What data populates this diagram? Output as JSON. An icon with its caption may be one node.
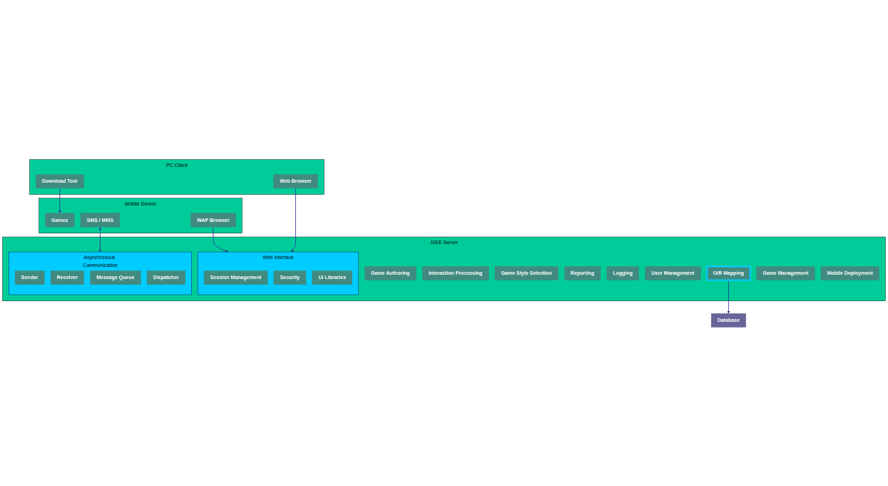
{
  "diagram": {
    "nodes": [
      {
        "text": [
          "PC Client"
        ]
      },
      {
        "text": [
          "Download Tool"
        ],
        "in": 0
      },
      {
        "text": [
          "Web Browser"
        ],
        "in": 0
      },
      {
        "text": [
          "Mobile Device"
        ]
      },
      {
        "text": [
          "Games"
        ],
        "in": 3
      },
      {
        "text": [
          "WAP Browser"
        ],
        "in": 3
      },
      {
        "text": [
          "SMS / MMS"
        ],
        "in": 3
      },
      {
        "text": [
          "J2EE Server"
        ]
      },
      {
        "text": [
          "Game Authoring"
        ],
        "in": 7
      },
      {
        "text": [
          "Interaction Processing"
        ],
        "in": 7
      },
      {
        "text": [
          "Web Interface"
        ],
        "in": 7
      },
      {
        "text": [
          "Session Management"
        ],
        "in": 10
      },
      {
        "text": [
          "Security"
        ],
        "in": 10
      },
      {
        "text": [
          "UI Libraries"
        ],
        "in": 10
      },
      {
        "text": [
          "Asynchronous Communication"
        ],
        "in": 7
      },
      {
        "text": [
          "Sender"
        ],
        "in": 14
      },
      {
        "text": [
          "Receiver"
        ],
        "in": 14
      },
      {
        "text": [
          "Message Queue"
        ],
        "in": 14
      },
      {
        "text": [
          "Dispatcher"
        ],
        "in": 14
      },
      {
        "text": [
          "Game Style Selection"
        ],
        "in": 7
      },
      {
        "text": [
          "Reporting"
        ],
        "in": 7
      },
      {
        "text": [
          "Logging"
        ],
        "in": 7
      },
      {
        "text": [
          "User Management"
        ],
        "in": 7
      },
      {
        "text": [
          "O/R Mapping"
        ],
        "in": 7
      },
      {
        "text": [
          "Game Management"
        ],
        "in": 7
      },
      {
        "text": [
          "Mobile Deployment"
        ],
        "in": 7
      },
      {
        "text": [
          "Database"
        ]
      }
    ],
    "edges": [
      {
        "from": 1,
        "to": 4,
        "arrow": "to"
      },
      {
        "from": 2,
        "to": 10,
        "arrow": "to"
      },
      {
        "from": 5,
        "to": 10,
        "arrow": "to"
      },
      {
        "from": 6,
        "to": 14,
        "arrow": "both"
      },
      {
        "from": 23,
        "to": 26,
        "arrow": "to"
      }
    ]
  }
}
